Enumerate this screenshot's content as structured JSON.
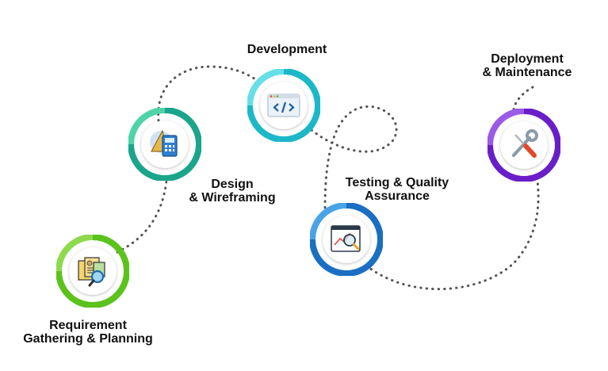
{
  "stages": [
    {
      "id": "requirement",
      "line1": "Requirement",
      "line2": "Gathering & Planning",
      "color": "#5cc21c",
      "icon": "documents-magnifier-icon"
    },
    {
      "id": "design",
      "line1": "Design",
      "line2": "& Wireframing",
      "color": "#1aa58c",
      "icon": "calculator-ruler-icon"
    },
    {
      "id": "development",
      "line1": "Development",
      "line2": "",
      "color": "#1cb8c8",
      "icon": "code-window-icon"
    },
    {
      "id": "testing",
      "line1": "Testing & Quality",
      "line2": "Assurance",
      "color": "#1b6fc2",
      "icon": "window-magnifier-icon"
    },
    {
      "id": "deployment",
      "line1": "Deployment",
      "line2": "& Maintenance",
      "color": "#6a1ec8",
      "icon": "wrench-screwdriver-icon"
    }
  ],
  "path_color": "#555555"
}
